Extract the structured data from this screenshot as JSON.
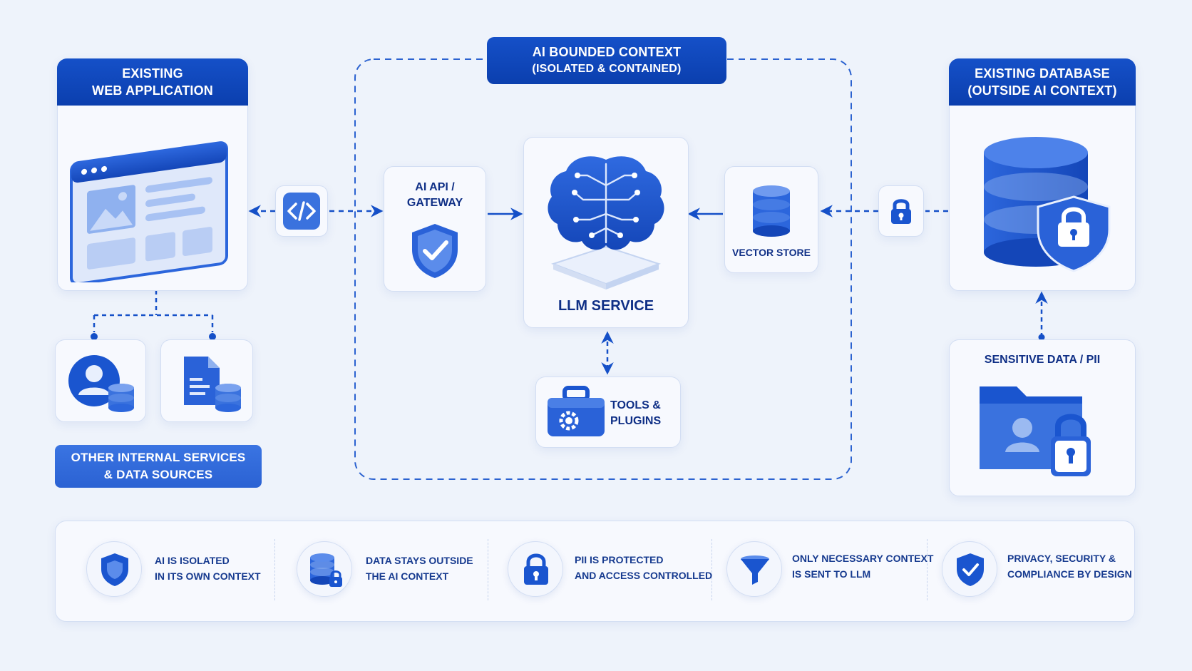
{
  "web_app": {
    "line1": "EXISTING",
    "line2": "WEB APPLICATION"
  },
  "ai_context": {
    "line1": "AI BOUNDED CONTEXT",
    "line2": "(ISOLATED & CONTAINED)"
  },
  "database": {
    "line1": "EXISTING DATABASE",
    "line2": "(OUTSIDE AI CONTEXT)"
  },
  "gateway": {
    "line1": "AI API /",
    "line2": "GATEWAY"
  },
  "llm": {
    "label": "LLM SERVICE"
  },
  "vector_store": {
    "label": "VECTOR STORE"
  },
  "tools": {
    "line1": "TOOLS &",
    "line2": "PLUGINS"
  },
  "sensitive": {
    "label": "SENSITIVE DATA / PII"
  },
  "internal_services": {
    "line1": "OTHER INTERNAL SERVICES",
    "line2": "& DATA SOURCES"
  },
  "features": [
    {
      "line1": "AI IS ISOLATED",
      "line2": "IN ITS OWN CONTEXT",
      "icon": "shield-icon"
    },
    {
      "line1": "DATA STAYS OUTSIDE",
      "line2": "THE AI CONTEXT",
      "icon": "database-lock-icon"
    },
    {
      "line1": "PII IS PROTECTED",
      "line2": "AND ACCESS CONTROLLED",
      "icon": "padlock-icon"
    },
    {
      "line1": "ONLY NECESSARY CONTEXT",
      "line2": "IS SENT TO LLM",
      "icon": "funnel-icon"
    },
    {
      "line1": "PRIVACY, SECURITY &",
      "line2": "COMPLIANCE BY DESIGN",
      "icon": "shield-check-icon"
    }
  ],
  "colors": {
    "primary": "#1550c8",
    "dark": "#0b3fae",
    "light": "#3d7ae8",
    "text": "#0f2f86",
    "background": "#eef3fb"
  }
}
